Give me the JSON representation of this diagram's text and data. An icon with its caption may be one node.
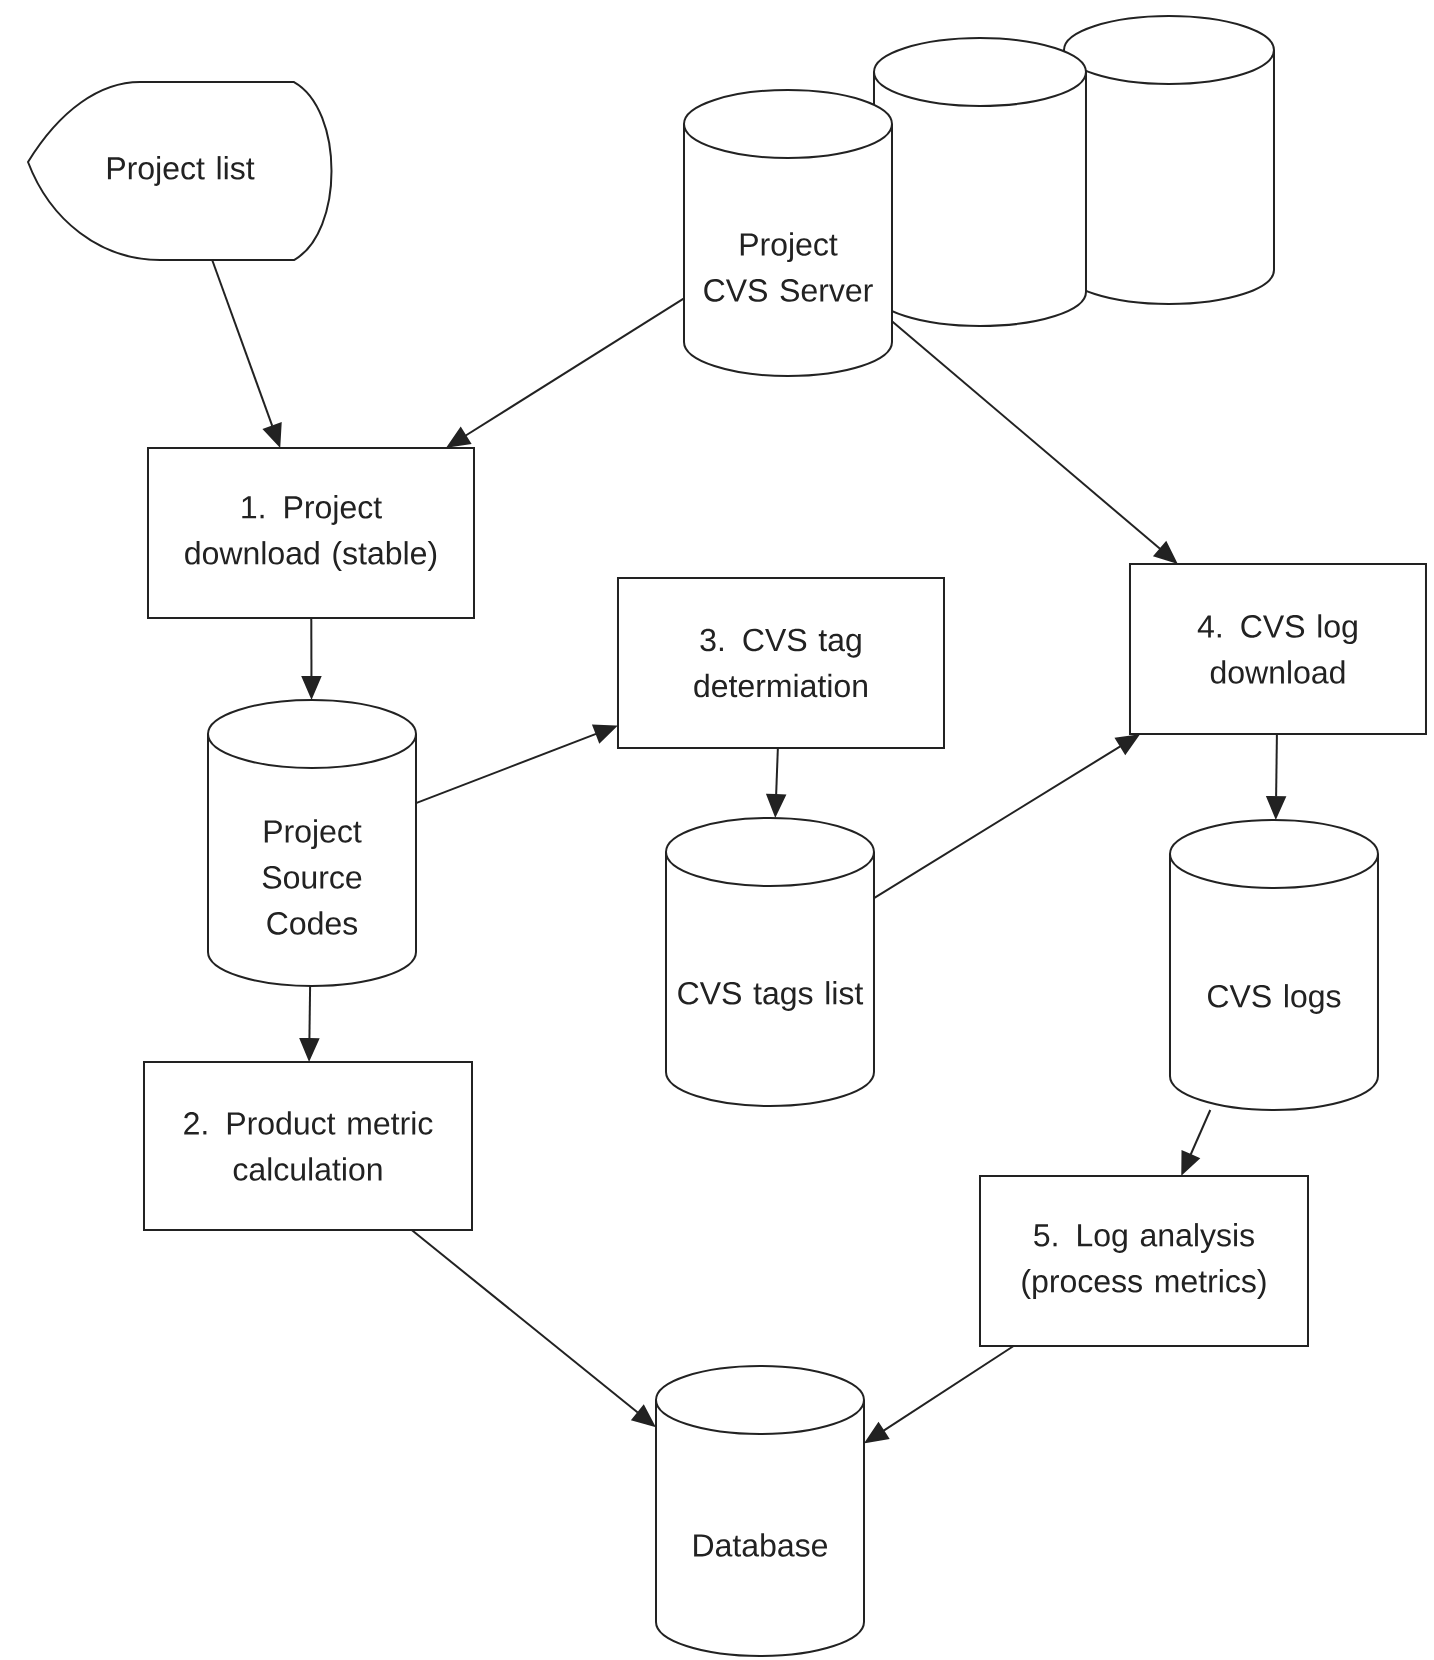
{
  "diagram": {
    "nodes": [
      {
        "text": [
          "Project list"
        ]
      },
      {
        "text": [
          "Project CVS Server"
        ]
      },
      {
        "text": [],
        "shape": "cylinder"
      },
      {
        "text": [],
        "shape": "cylinder"
      },
      {
        "text": [
          "1. Project download (stable)"
        ]
      },
      {
        "text": [
          "3. CVS tag determiation"
        ]
      },
      {
        "text": [
          "4. CVS log download"
        ]
      },
      {
        "text": [
          "Project Source Codes"
        ]
      },
      {
        "text": [
          "CVS tags list"
        ]
      },
      {
        "text": [
          "CVS logs"
        ]
      },
      {
        "text": [
          "2. Product metric calculation"
        ]
      },
      {
        "text": [
          "5. Log analysis (process metrics)"
        ]
      },
      {
        "text": [
          "Database"
        ]
      }
    ],
    "edges": [
      {
        "from": 0,
        "to": 4,
        "arrow": "to"
      },
      {
        "from": 1,
        "to": 4,
        "arrow": "to"
      },
      {
        "from": 1,
        "to": 6,
        "arrow": "to"
      },
      {
        "from": 4,
        "to": 7,
        "arrow": "to"
      },
      {
        "from": 7,
        "to": 5,
        "arrow": "to"
      },
      {
        "from": 5,
        "to": 8,
        "arrow": "to"
      },
      {
        "from": 8,
        "to": 6,
        "arrow": "to"
      },
      {
        "from": 6,
        "to": 9,
        "arrow": "to"
      },
      {
        "from": 7,
        "to": 10,
        "arrow": "to"
      },
      {
        "from": 9,
        "to": 11,
        "arrow": "to"
      },
      {
        "from": 10,
        "to": 12,
        "arrow": "to"
      },
      {
        "from": 11,
        "to": 12,
        "arrow": "to"
      }
    ]
  }
}
